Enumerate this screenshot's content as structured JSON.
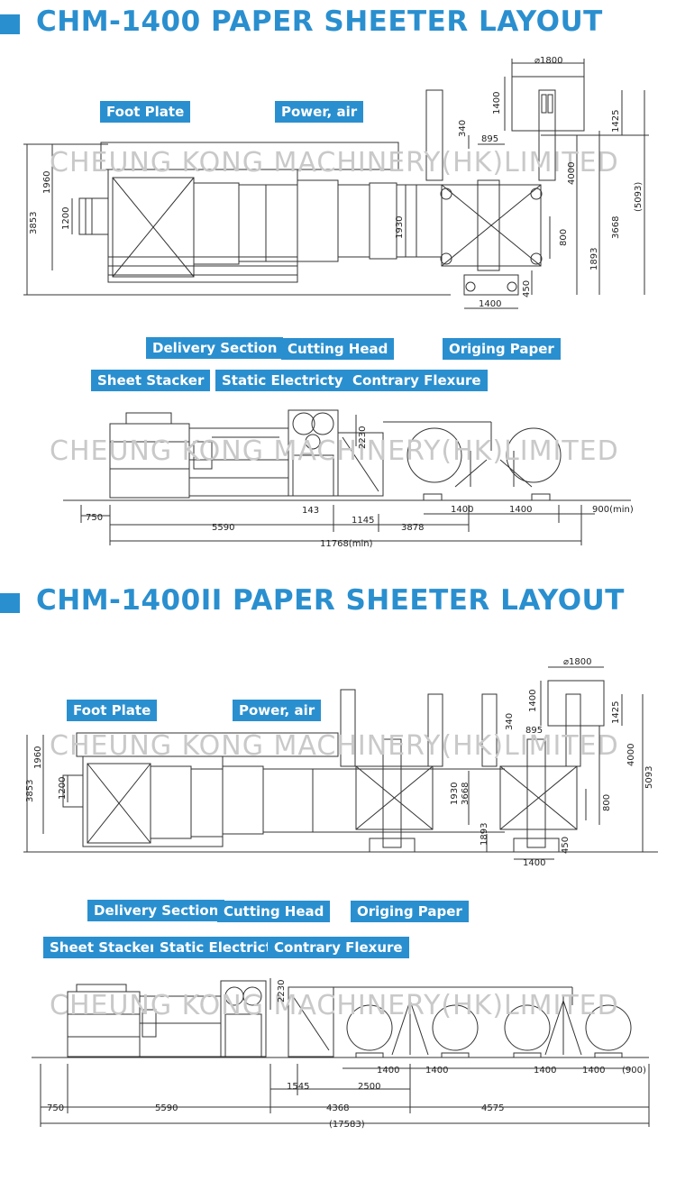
{
  "colors": {
    "accent": "#2a8fcf",
    "line": "#333333",
    "watermark": "#c9c9c9"
  },
  "watermark": "CHEUNG KONG MACHINERY(HK)LIMITED",
  "s1": {
    "title": "CHM-1400 PAPER SHEETER LAYOUT",
    "labels": {
      "foot_plate": "Foot Plate",
      "power_air": "Power, air",
      "delivery_section": "Delivery Section",
      "cutting_head": "Cutting Head",
      "origing_paper": "Origing Paper",
      "sheet_stacker": "Sheet Stacker",
      "static_electricty": "Static Electricty",
      "contrary_flexure": "Contrary Flexure"
    },
    "top_dims": {
      "d1800": "⌀1800",
      "d1400v": "1400",
      "d1425": "1425",
      "d340": "340",
      "d895": "895",
      "d1960": "1960",
      "d3853": "3853",
      "d1200": "1200",
      "d1930": "1930",
      "d4000": "4000",
      "d5093": "(5093)",
      "d800": "800",
      "d3668": "3668",
      "d1893": "1893",
      "d450": "450",
      "d1400h": "1400"
    },
    "side_dims": {
      "d2230": "2230",
      "d750": "750",
      "d143": "143",
      "d1145": "1145",
      "d5590": "5590",
      "d3878": "3878",
      "d1400a": "1400",
      "d1400b": "1400",
      "d900": "900(min)",
      "d11768": "11768(min)"
    }
  },
  "s2": {
    "title": "CHM-1400II PAPER SHEETER LAYOUT",
    "labels": {
      "foot_plate": "Foot Plate",
      "power_air": "Power, air",
      "delivery_section": "Delivery Section",
      "cutting_head": "Cutting Head",
      "origing_paper": "Origing Paper",
      "sheet_stacker": "Sheet Stacker",
      "static_electricty": "Static Electricty",
      "contrary_flexure": "Contrary Flexure"
    },
    "top_dims": {
      "d1800": "⌀1800",
      "d1400v": "1400",
      "d1425": "1425",
      "d340": "340",
      "d895": "895",
      "d1960": "1960",
      "d3853": "3853",
      "d1200": "1200",
      "d1930": "1930",
      "d3668": "3668",
      "d4000": "4000",
      "d5093": "5093",
      "d800": "800",
      "d1893": "1893",
      "d450": "450",
      "d1400h": "1400"
    },
    "side_dims": {
      "d2230": "2230",
      "d1400a": "1400",
      "d1400b": "1400",
      "d1400c": "1400",
      "d1400d": "1400",
      "d900": "(900)",
      "d1545": "1545",
      "d2500": "2500",
      "d750": "750",
      "d5590": "5590",
      "d4368": "4368",
      "d4575": "4575",
      "d17583": "(17583)"
    }
  }
}
